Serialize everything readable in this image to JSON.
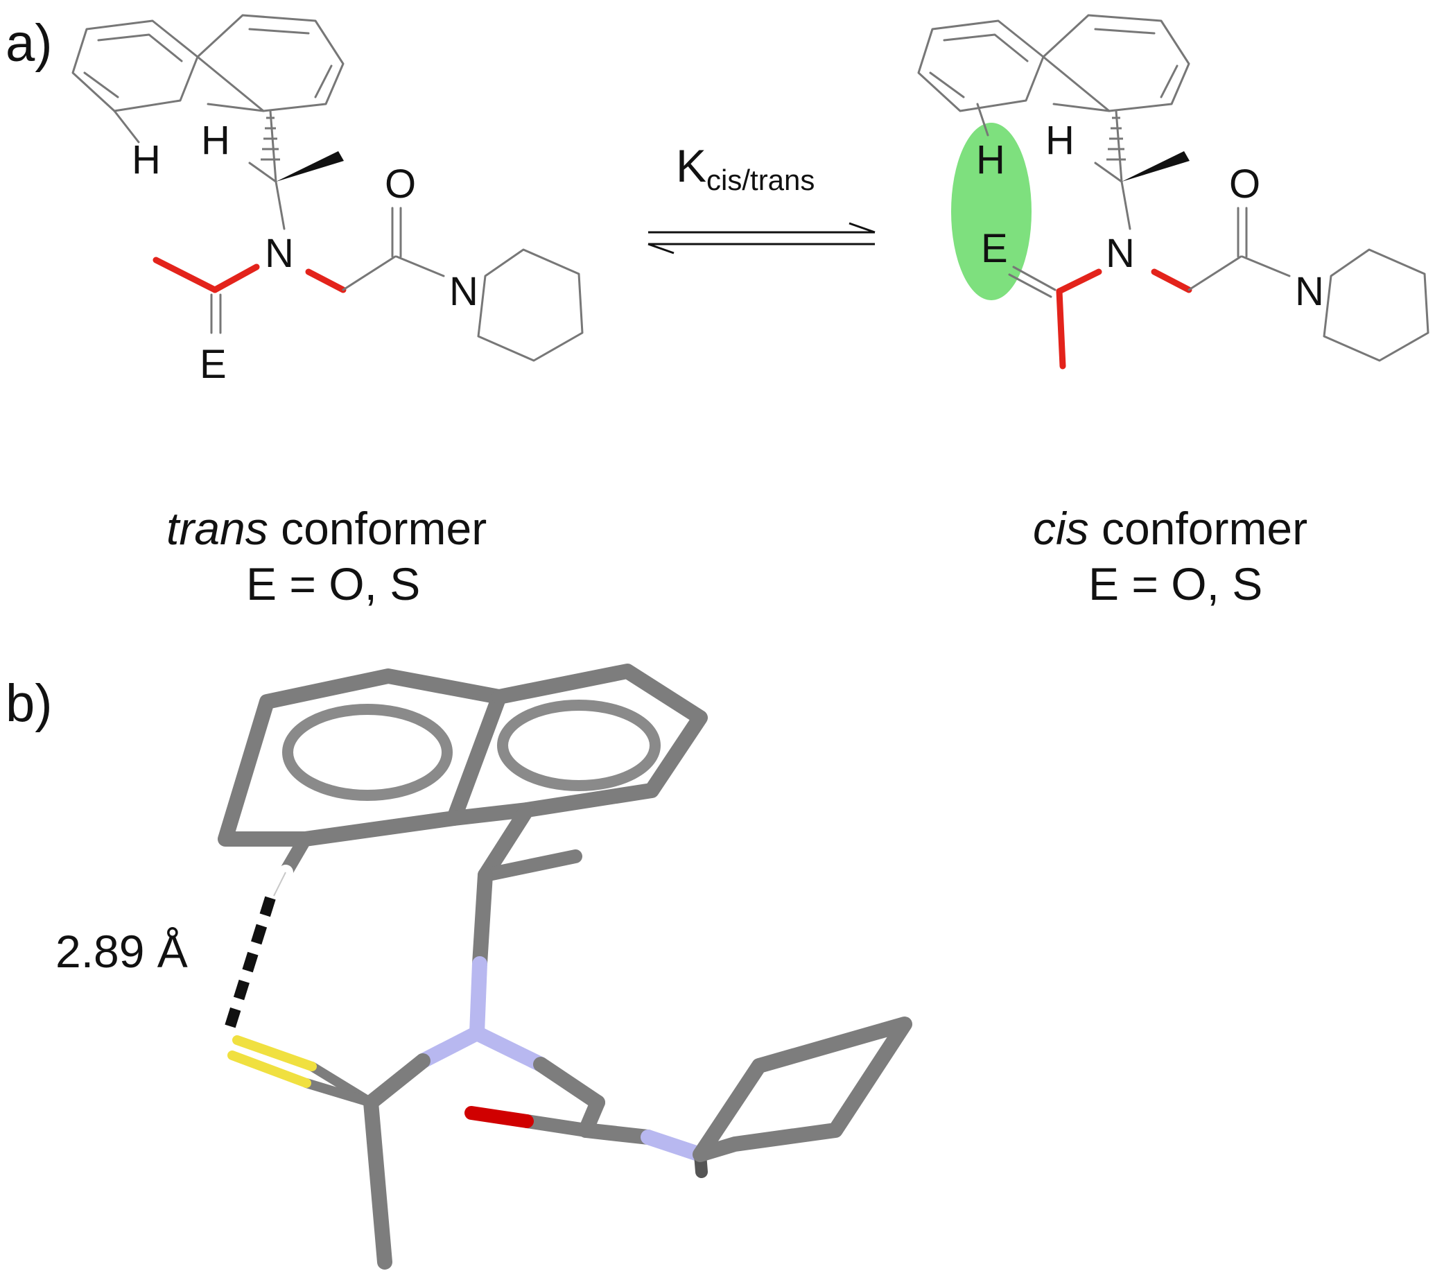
{
  "panel_a": {
    "label": "a)",
    "equilibrium_label": "K",
    "equilibrium_sub": "cis/trans",
    "trans": {
      "italic": "trans",
      "name": " conformer",
      "substituent": "E = O, S"
    },
    "cis": {
      "italic": "cis",
      "name": " conformer",
      "substituent": "E = O, S"
    },
    "atoms": {
      "H": "H",
      "N": "N",
      "O": "O",
      "E": "E"
    }
  },
  "panel_b": {
    "label": "b)",
    "distance": "2.89 Å"
  },
  "colors": {
    "highlight_bond": "#e3231b",
    "interaction_ellipse": "#7ee07e",
    "carbon": "#808080",
    "nitrogen": "#b8b8f0",
    "oxygen": "#d00000",
    "sulfur": "#f0e040",
    "hydrogen": "#ffffff"
  }
}
